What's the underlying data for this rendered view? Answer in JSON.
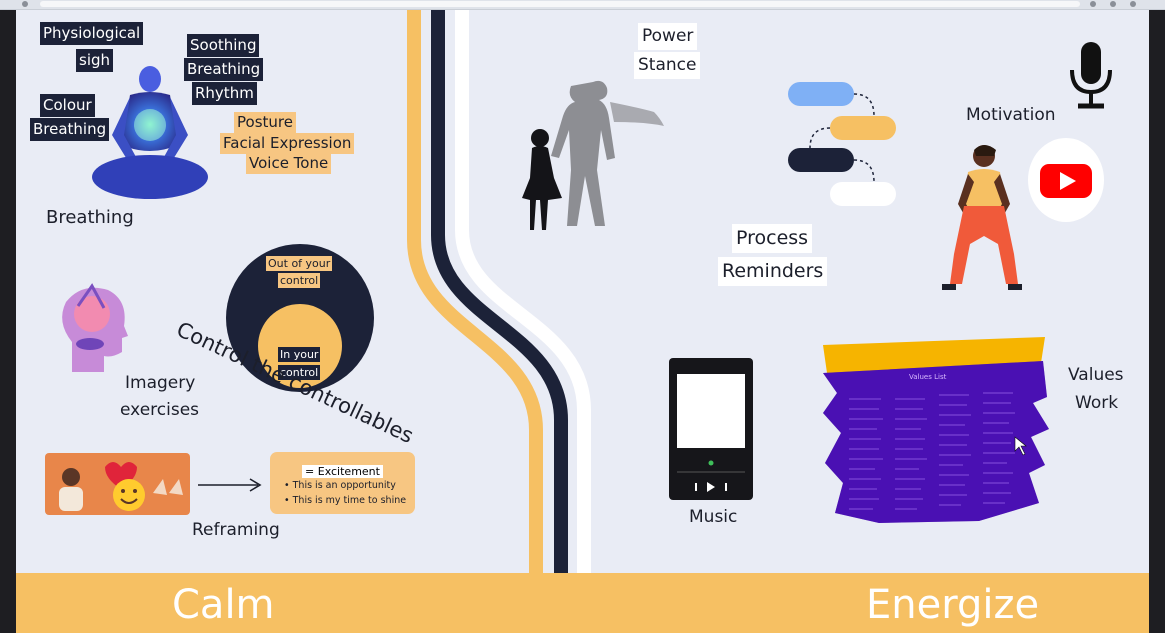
{
  "calm": {
    "breathing_items": [
      "Physiological",
      "sigh",
      "Soothing",
      "Breathing",
      "Rhythm",
      "Colour",
      "Breathing"
    ],
    "breathing_label": "Breathing",
    "posture_items": [
      "Posture",
      "Facial Expression",
      "Voice Tone"
    ],
    "control_diagram": {
      "curved_text": "Control the controllables",
      "outer": [
        "Out of your",
        "control"
      ],
      "inner": [
        "In your",
        "control"
      ]
    },
    "imagery_label": [
      "Imagery",
      "exercises"
    ],
    "reframing_label": "Reframing",
    "excitement_box": {
      "title": "= Excitement",
      "bullets": [
        "This is an opportunity",
        "This is my time to shine"
      ]
    },
    "bottom_label": "Calm"
  },
  "energize": {
    "power_stance": [
      "Power",
      "Stance"
    ],
    "process_reminders": [
      "Process",
      "Reminders"
    ],
    "motivation": "Motivation",
    "music": "Music",
    "values_work": [
      "Values",
      "Work"
    ],
    "values_list_title": "Values List",
    "bottom_label": "Energize"
  },
  "colors": {
    "navy": "#1c2238",
    "peach": "#f7c682",
    "orange_band": "#f6c063",
    "slide_bg": "#e9ecf5",
    "youtube_red": "#ff0000",
    "purple": "#3a0ca3"
  }
}
